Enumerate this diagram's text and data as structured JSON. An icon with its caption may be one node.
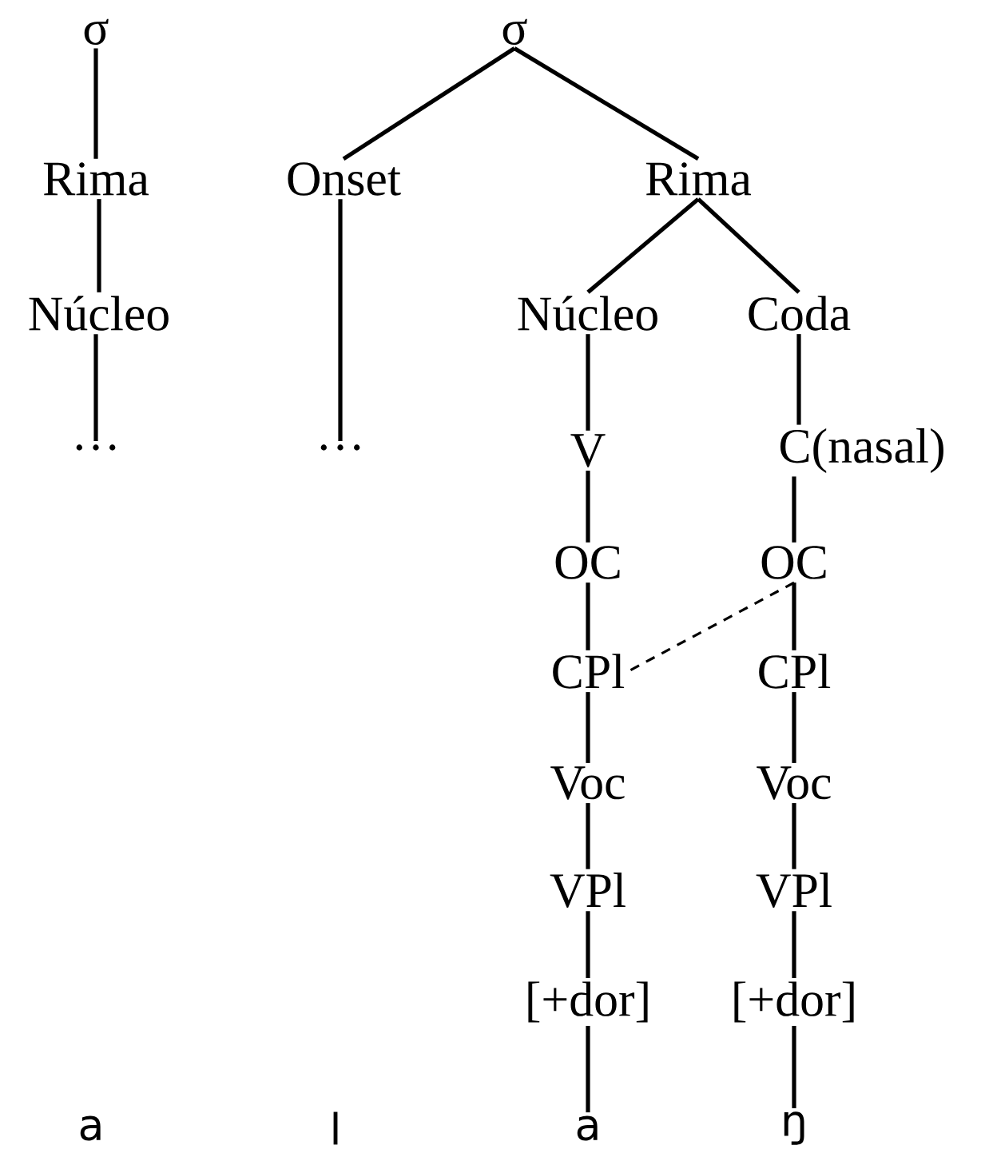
{
  "diagram": {
    "nodes": [
      {
        "text": [
          "σ"
        ]
      },
      {
        "text": [
          "σ"
        ]
      },
      {
        "text": [
          "Rima"
        ]
      },
      {
        "text": [
          "Onset"
        ]
      },
      {
        "text": [
          "Rima"
        ]
      },
      {
        "text": [
          "Núcleo"
        ]
      },
      {
        "text": [
          "Núcleo"
        ]
      },
      {
        "text": [
          "Coda"
        ]
      },
      {
        "text": [
          "…"
        ]
      },
      {
        "text": [
          "…"
        ]
      },
      {
        "text": [
          "V"
        ]
      },
      {
        "text": [
          "C(nasal)"
        ]
      },
      {
        "text": [
          "OC"
        ]
      },
      {
        "text": [
          "OC"
        ]
      },
      {
        "text": [
          "CPl"
        ]
      },
      {
        "text": [
          "CPl"
        ]
      },
      {
        "text": [
          "Voc"
        ]
      },
      {
        "text": [
          "Voc"
        ]
      },
      {
        "text": [
          "VPl"
        ]
      },
      {
        "text": [
          "VPl"
        ]
      },
      {
        "text": [
          "[+dor]"
        ]
      },
      {
        "text": [
          "[+dor]"
        ]
      },
      {
        "text": [
          "a"
        ]
      },
      {
        "text": [
          "ŋ"
        ]
      }
    ],
    "edges": [
      {
        "from": 0,
        "to": 2,
        "arrow": "none"
      },
      {
        "from": 2,
        "to": 5,
        "arrow": "none"
      },
      {
        "from": 5,
        "to": 8,
        "arrow": "none"
      },
      {
        "from": 1,
        "to": 3,
        "arrow": "none"
      },
      {
        "from": 1,
        "to": 4,
        "arrow": "none"
      },
      {
        "from": 3,
        "to": 9,
        "arrow": "none"
      },
      {
        "from": 4,
        "to": 6,
        "arrow": "none"
      },
      {
        "from": 4,
        "to": 7,
        "arrow": "none"
      },
      {
        "from": 6,
        "to": 10,
        "arrow": "none"
      },
      {
        "from": 7,
        "to": 11,
        "arrow": "none"
      },
      {
        "from": 10,
        "to": 12,
        "arrow": "none"
      },
      {
        "from": 11,
        "to": 13,
        "arrow": "none"
      },
      {
        "from": 12,
        "to": 14,
        "arrow": "none"
      },
      {
        "from": 13,
        "to": 15,
        "arrow": "none"
      },
      {
        "from": 13,
        "to": 14,
        "arrow": "none",
        "style": "dashed"
      },
      {
        "from": 14,
        "to": 16,
        "arrow": "none"
      },
      {
        "from": 15,
        "to": 17,
        "arrow": "none"
      },
      {
        "from": 16,
        "to": 18,
        "arrow": "none"
      },
      {
        "from": 17,
        "to": 19,
        "arrow": "none"
      },
      {
        "from": 18,
        "to": 20,
        "arrow": "none"
      },
      {
        "from": 19,
        "to": 21,
        "arrow": "none"
      },
      {
        "from": 20,
        "to": 22,
        "arrow": "none"
      },
      {
        "from": 21,
        "to": 23,
        "arrow": "none"
      }
    ],
    "labels": [
      "a",
      "l"
    ]
  }
}
